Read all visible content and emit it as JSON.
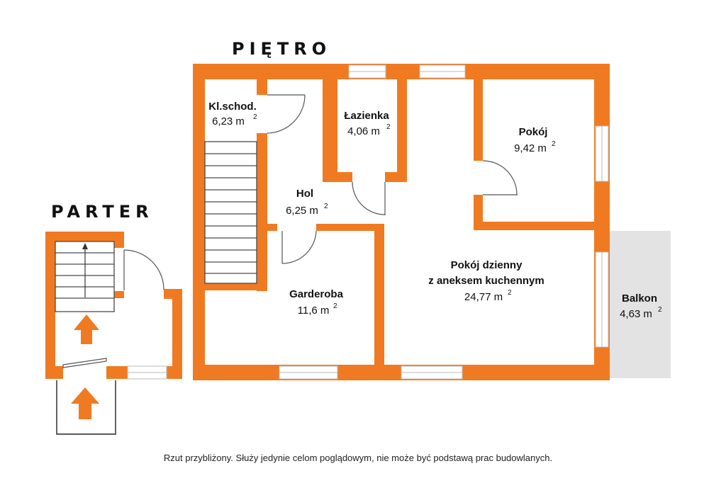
{
  "headings": {
    "upper": "PIĘTRO",
    "ground": "PARTER"
  },
  "rooms": {
    "stairwell": {
      "name": "Kl.schod.",
      "area": "6,23 m",
      "unit_sup": "2"
    },
    "bathroom": {
      "name": "Łazienka",
      "area": "4,06 m",
      "unit_sup": "2"
    },
    "room": {
      "name": "Pokój",
      "area": "9,42 m",
      "unit_sup": "2"
    },
    "hall": {
      "name": "Hol",
      "area": "6,25 m",
      "unit_sup": "2"
    },
    "wardrobe": {
      "name": "Garderoba",
      "area": "11,6 m",
      "unit_sup": "2"
    },
    "living": {
      "name_line1": "Pokój dzienny",
      "name_line2": "z aneksem kuchennym",
      "area": "24,77 m",
      "unit_sup": "2"
    },
    "balcony": {
      "name": "Balkon",
      "area": "4,63 m",
      "unit_sup": "2"
    }
  },
  "disclaimer": "Rzut przybliżony. Służy jedynie celom poglądowym, nie może być podstawą prac budowlanych.",
  "colors": {
    "wall": "#f07a21",
    "balcony": "#e3e3e3",
    "arrow": "#f07a21"
  }
}
